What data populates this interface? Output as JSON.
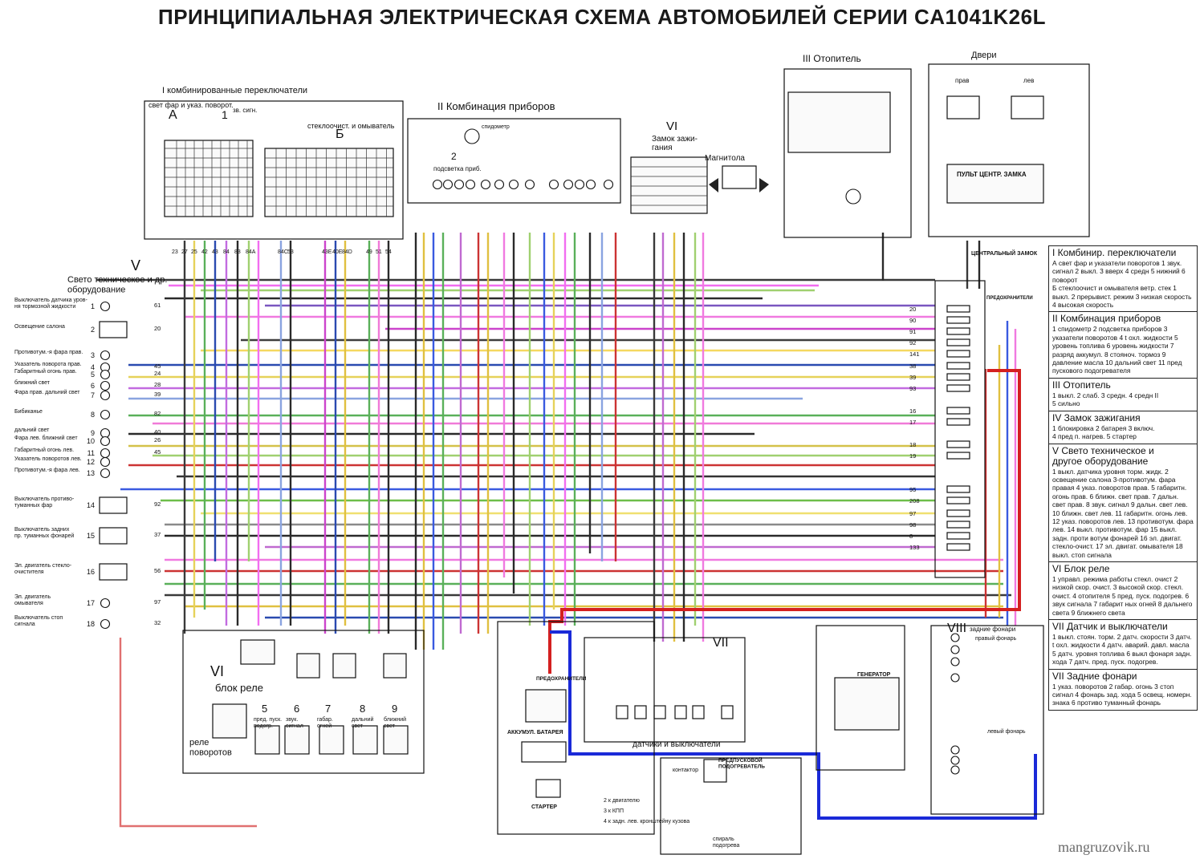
{
  "title": "ПРИНЦИПИАЛЬНАЯ ЭЛЕКТРИЧЕСКАЯ СХЕМА АВТОМОБИЛЕЙ СЕРИИ CA1041K26L",
  "blocks": {
    "switches": {
      "title": "I комбинированные переключатели",
      "a_label": "А",
      "a_desc": "свет фар и указ. поворот.",
      "b_label": "Б",
      "b_desc": "стеклоочист. и омыватель",
      "horn": "зв. сигн.",
      "num": "1"
    },
    "cluster": {
      "title": "II Комбинация приборов",
      "n2": "2",
      "sub": "подсветка приб.",
      "speedo": "спидометр"
    },
    "ignition": {
      "title": "VI",
      "subtitle": "Замок зажи-\nгания"
    },
    "radio": {
      "title": "Магнитола"
    },
    "heater": {
      "title": "III Отопитель"
    },
    "doors": {
      "title": "Двери",
      "right": "прав",
      "left": "лев",
      "lock_unit": "ПУЛЬТ ЦЕНТР. ЗАМКА",
      "central_lock": "ЦЕНТРАЛЬНЫЙ ЗАМОК"
    },
    "lighting": {
      "title": "V",
      "subtitle": "Свето техническое и др.\nоборудование"
    },
    "fuse_box": {
      "title": "ПРЕДОХРАНИТЕЛИ"
    },
    "relay_block": {
      "title": "VI",
      "subtitle": "блок реле",
      "turn_relay": "реле\nповоротов"
    },
    "sensors": {
      "title": "VII",
      "subtitle": "датчики и выключатели"
    },
    "rear_lights": {
      "title": "VIII",
      "subtitle": "задние фонари",
      "right": "правый фонарь",
      "left": "левый фонарь"
    },
    "battery": {
      "label": "АККУМУЛ. БАТАРЕЯ"
    },
    "starter": {
      "label": "СТАРТЕР"
    },
    "generator": {
      "label": "ГЕНЕРАТОР"
    },
    "preheater": {
      "label": "ПРЕДПУСКОВОЙ\nПОДОГРЕВАТЕЛЬ",
      "coil": "спираль\nподогрева",
      "contactor": "контактор"
    },
    "pre_fuse": {
      "label": "ПРЕДОХРАНИТЕЛИ"
    },
    "ground_notes": [
      "2  к двигателю",
      "3  к КПП",
      "4  к задн. лев. кронштейну кузова"
    ]
  },
  "left_devices": [
    {
      "label": "Выключатель датчика уров-\nня тормозной жидкости",
      "num": "1",
      "wire": "61"
    },
    {
      "label": "Освещение салона",
      "num": "2",
      "wire": "20"
    },
    {
      "label": "Противотум.-я фара прав.",
      "num": "3",
      "wire": ""
    },
    {
      "label": "Указатель поворота прав.",
      "num": "4",
      "wire": "45"
    },
    {
      "label": "Габаритный огонь прав.",
      "num": "5",
      "wire": "24"
    },
    {
      "label": "ближний свет",
      "num": "6",
      "wire": "28"
    },
    {
      "label": "Фара прав.  дальний свет",
      "num": "7",
      "wire": "39"
    },
    {
      "label": "Бибиканье",
      "num": "8",
      "wire": "82"
    },
    {
      "label": "дальний свет",
      "num": "9",
      "wire": "40"
    },
    {
      "label": "Фара лев.  ближний свет",
      "num": "10",
      "wire": "26"
    },
    {
      "label": "Габаритный огонь лев.",
      "num": "11",
      "wire": "45"
    },
    {
      "label": "Указатель поворотов лев.",
      "num": "12",
      "wire": ""
    },
    {
      "label": "Противотум.-я фара лев.",
      "num": "13",
      "wire": ""
    },
    {
      "label": "Выключатель противо-\nтуманных фар",
      "num": "14",
      "wire": "92"
    },
    {
      "label": "Выключатель задних\nпр. туманных фонарей",
      "num": "15",
      "wire": "37"
    },
    {
      "label": "Эл. двигатель стекло-\nочистителя",
      "num": "16",
      "wire": "56"
    },
    {
      "label": "Эл. двигатель\nомывателя",
      "num": "17",
      "wire": "97"
    },
    {
      "label": "Выключатель стоп\nсигнала",
      "num": "18",
      "wire": "32"
    }
  ],
  "fuse_wires": [
    "20",
    "90",
    "91",
    "92",
    "141",
    "38",
    "39",
    "93",
    "16",
    "17",
    "18",
    "19",
    "95",
    "208",
    "97",
    "98",
    "8",
    "133"
  ],
  "switch_wires": [
    "23",
    "27",
    "25",
    "42",
    "43",
    "84",
    "83",
    "84A",
    "84C",
    "53",
    "43E",
    "40E",
    "84D",
    "49",
    "51",
    "54"
  ],
  "relay_items": [
    {
      "num": "5",
      "label": "пред. пуск.\nподогр."
    },
    {
      "num": "6",
      "label": "звук.\nсигнал"
    },
    {
      "num": "7",
      "label": "габар.\nогней"
    },
    {
      "num": "8",
      "label": "дальний\nсвет"
    },
    {
      "num": "9",
      "label": "ближний\nсвет"
    }
  ],
  "legend": [
    {
      "heading": "I Комбинир. переключатели",
      "body": "А   свет фар и указатели поворотов 1 звук. сигнал 2 выкл. 3 вверх 4 средн 5 нижний 6 поворот\nБ  стеклоочист и омывателя ветр. стек 1 выкл. 2 прерывист. режим 3 низкая скорость 4 высокая скорость"
    },
    {
      "heading": "II  Комбинация приборов",
      "body": "1 спидометр 2 подсветка приборов 3 указатели поворотов 4 t охл. жидкости 5 уровень топлива 6 уровень жидкости 7 разряд аккумул. 8 стояноч. тормоз 9 давление масла 10 дальний свет 11 пред пускового подогревателя"
    },
    {
      "heading": "III        Отопитель",
      "body": "1 выкл. 2 слаб. 3 средн. 4 средн II\n5 сильно"
    },
    {
      "heading": "IV       Замок зажигания",
      "body": "1 блокировка 2 батарея 3 включ.\n4 пред п. нагрев. 5 стартер"
    },
    {
      "heading": "V    Свето техническое и\n     другое оборудование",
      "body": "1 выкл. датчика уровня торм. жидк. 2 освещение салона 3-противотум. фара правая 4 указ. поворотов прав. 5 габаритн. огонь прав. 6 ближн. свет прав. 7 дальн. свет прав. 8 звук. сигнал 9 дальн. свет лев. 10 ближн. свет лев. 11 габаритн. огонь лев. 12 указ. поворотов лев. 13 противотум. фара лев. 14 выкл. противотум. фар 15 выкл. задн. проти вотум фонарей 16 эл. двигат. стекло-очист. 17 эл. двигат. омывателя 18 выкл. стоп сигнала"
    },
    {
      "heading": "VI          Блок реле",
      "body": "1 управл. режима работы стекл. очист 2 низкой скор. очист. 3 высокой скор. стекл. очист. 4 отопителя 5 пред. пуск. подогрев. 6 звук сигнала 7 габарит ных огней 8 дальнего света 9 ближнего света"
    },
    {
      "heading": "VII Датчик и выключатели",
      "body": "1 выкл. стоян. торм. 2 датч. скорости 3 датч. t охл. жидкости 4 датч. аварий. давл. масла 5 датч. уровня топлива 6 выкл фонаря задн. хода 7 датч. пред. пуск. подогрев."
    },
    {
      "heading": "VII        Задние фонари",
      "body": "1 указ. поворотов 2 габар. огонь 3 стоп сигнал 4 фонарь зад. хода 5 освещ. номерн. знака 6 противо туманный фонарь"
    }
  ],
  "watermark": "mangruzovik.ru"
}
